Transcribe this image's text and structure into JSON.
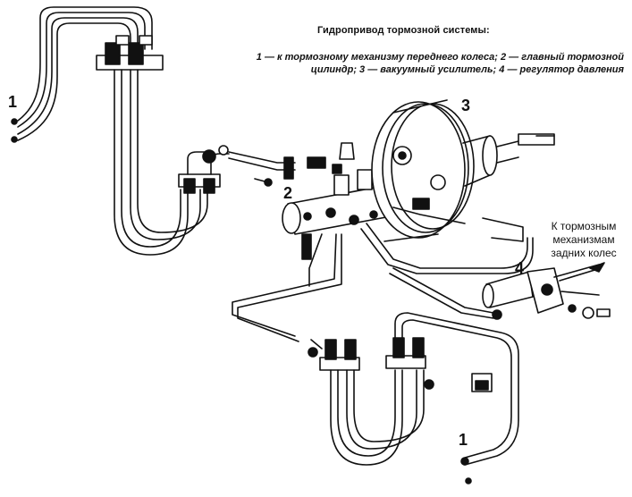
{
  "title": "Гидропривод тормозной системы:",
  "caption": {
    "line1": "1 — к тормозному механизму переднего колеса; 2 — главный тормозной",
    "line2": "цилиндр; 3 — вакуумный усилитель; 4 — регулятор давления"
  },
  "callouts": {
    "front_wheel_left": "1",
    "front_wheel_bottom": "1",
    "master_cylinder": "2",
    "vacuum_booster": "3",
    "pressure_regulator": "4"
  },
  "rear_label": {
    "line1": "К тормозным",
    "line2": "механизмам",
    "line3": "задних колес"
  },
  "colors": {
    "ink": "#111111",
    "background": "#ffffff"
  }
}
